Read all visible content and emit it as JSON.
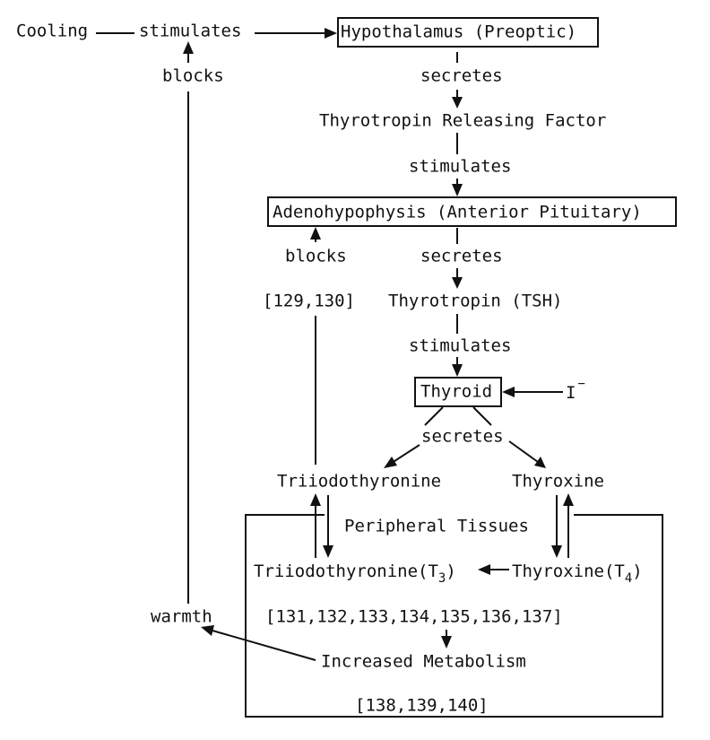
{
  "nodes": {
    "cooling": "Cooling",
    "stim_top": "stimulates",
    "hypothalamus": "Hypothalamus (Preoptic)",
    "secretes_1": "secretes",
    "trf": "Thyrotropin Releasing Factor",
    "stim_2": "stimulates",
    "adenohypophysis": "Adenohypophysis (Anterior Pituitary)",
    "blocks_top": "blocks",
    "blocks_mid": "blocks",
    "ref_129": "[129,130]",
    "secretes_2": "secretes",
    "tsh": "Thyrotropin (TSH)",
    "stim_3": "stimulates",
    "thyroid": "Thyroid",
    "iodide": "I",
    "iodide_sup": "−",
    "secretes_3": "secretes",
    "triiodothyronine": "Triiodothyronine",
    "thyroxine": "Thyroxine",
    "peripheral": "Peripheral Tissues",
    "t3_main": "Triiodothyronine(T",
    "t3_sub": "3",
    "t3_close": ")",
    "t4_main": "Thyroxine(T",
    "t4_sub": "4",
    "t4_close": ")",
    "warmth": "warmth",
    "ref_131": "[131,132,133,134,135,136,137]",
    "metabolism": "Increased Metabolism",
    "ref_138": "[138,139,140]"
  },
  "colors": {
    "ink": "#111111",
    "background": "#ffffff"
  }
}
